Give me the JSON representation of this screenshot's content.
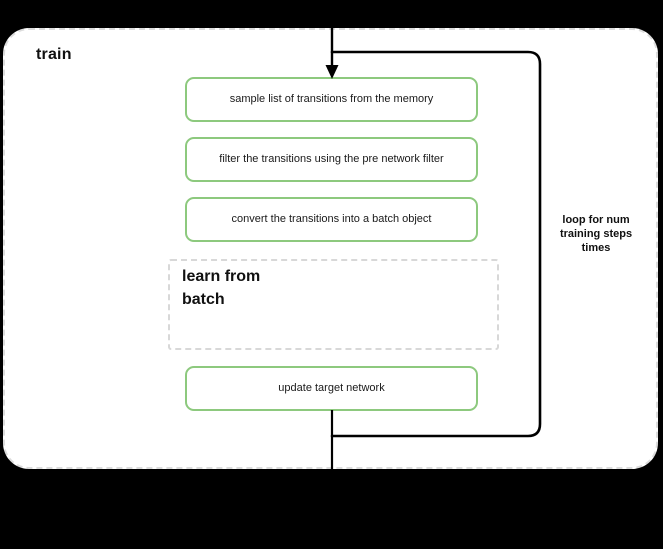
{
  "diagram": {
    "title": "train",
    "scope": {
      "label": "train",
      "border_style": "dashed",
      "border_color": "#dcdcdc",
      "background": "#ffffff"
    },
    "accent_color": "#8dc97e",
    "line_color": "#000000",
    "steps": [
      {
        "id": "sample",
        "label": "sample list of transitions from the memory",
        "type": "process"
      },
      {
        "id": "filter",
        "label": "filter the transitions using the pre network filter",
        "type": "process"
      },
      {
        "id": "convert",
        "label": "convert the transitions into a batch object",
        "type": "process"
      },
      {
        "id": "update",
        "label": "update target network",
        "type": "process"
      }
    ],
    "subscope": {
      "id": "learn-from-batch",
      "label": "learn from batch",
      "line1": "learn from",
      "line2": "batch",
      "border_style": "dashed",
      "border_color": "#d8d8d8"
    },
    "loop": {
      "id": "training-steps-loop",
      "caption_line1": "loop for num",
      "caption_line2": "training steps",
      "caption_line3": "times",
      "caption": "loop for num training steps times"
    },
    "connectors": [
      {
        "id": "entry-arrow",
        "from": "top",
        "to": "sample",
        "arrowhead": true
      },
      {
        "id": "loop-back",
        "from": "update",
        "to": "sample",
        "arrowhead": false
      },
      {
        "id": "exit-line",
        "from": "update",
        "to": "bottom",
        "arrowhead": false
      }
    ]
  }
}
